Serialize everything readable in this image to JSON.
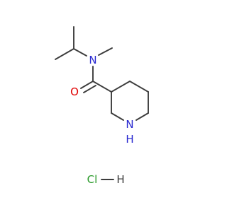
{
  "molecule": {
    "atoms": {
      "nitrogen_amide": "N",
      "oxygen": "O",
      "nitrogen_ring": "N",
      "ring_nh_hydrogen": "H",
      "chlorine": "Cl",
      "salt_hydrogen": "H"
    }
  },
  "colors": {
    "bond": "#3c3c3c",
    "nitrogen": "#2a2ad0",
    "oxygen": "#e00000",
    "chlorine": "#2a9a2a",
    "hydrogen": "#3c3c3c"
  }
}
